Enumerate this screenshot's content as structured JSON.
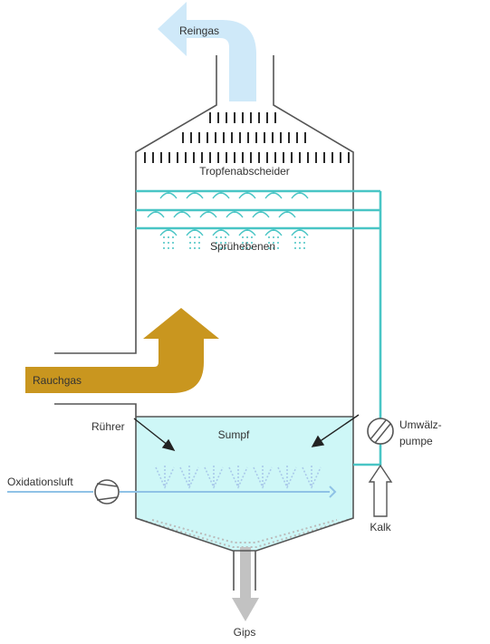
{
  "labels": {
    "reingas": "Reingas",
    "tropfenabscheider": "Tropfenabscheider",
    "spruehebenen": "Sprühebenen",
    "rauchgas": "Rauchgas",
    "ruehrer": "Rührer",
    "sumpf": "Sumpf",
    "umwaelz_line1": "Umwälz-",
    "umwaelz_line2": "pumpe",
    "oxidationsluft": "Oxidationsluft",
    "kalk": "Kalk",
    "gips": "Gips"
  },
  "colors": {
    "outline": "#555555",
    "liquid": "#cef7f7",
    "pipe": "#49c5c5",
    "clean_gas_arrow": "#cfe9f9",
    "flue_gas_arrow": "#c9961f",
    "gypsum_arrow": "#c2c2c2",
    "air_pipe": "#8fc2e6",
    "text": "#333333"
  },
  "icons": {
    "pump": "pump-icon",
    "compressor": "compressor-icon",
    "agitator_arrow": "arrow-icon"
  }
}
